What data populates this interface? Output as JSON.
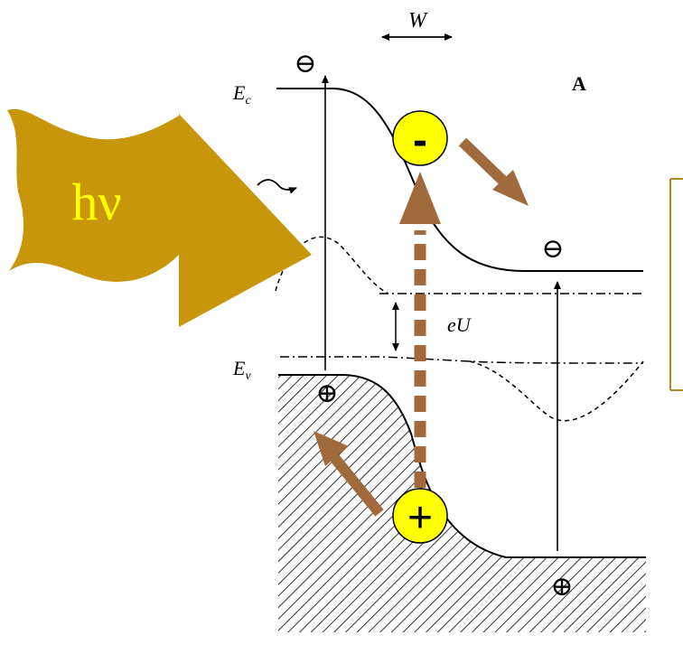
{
  "labels": {
    "width": "W",
    "panel": "A",
    "conduction_band": "E",
    "conduction_sub": "c",
    "valence_band": "E",
    "valence_sub": "v",
    "photovoltage": "eU",
    "photon": "hν"
  },
  "carriers": {
    "electron_symbol": "⊖",
    "hole_symbol": "⊕",
    "electron_badge": "-",
    "hole_badge": "+"
  },
  "colors": {
    "photon_fill": "#c8960a",
    "photon_text": "#ffff00",
    "badge_fill": "#ffff00",
    "carrier_arrow": "#a06a3c",
    "line": "#000000"
  }
}
